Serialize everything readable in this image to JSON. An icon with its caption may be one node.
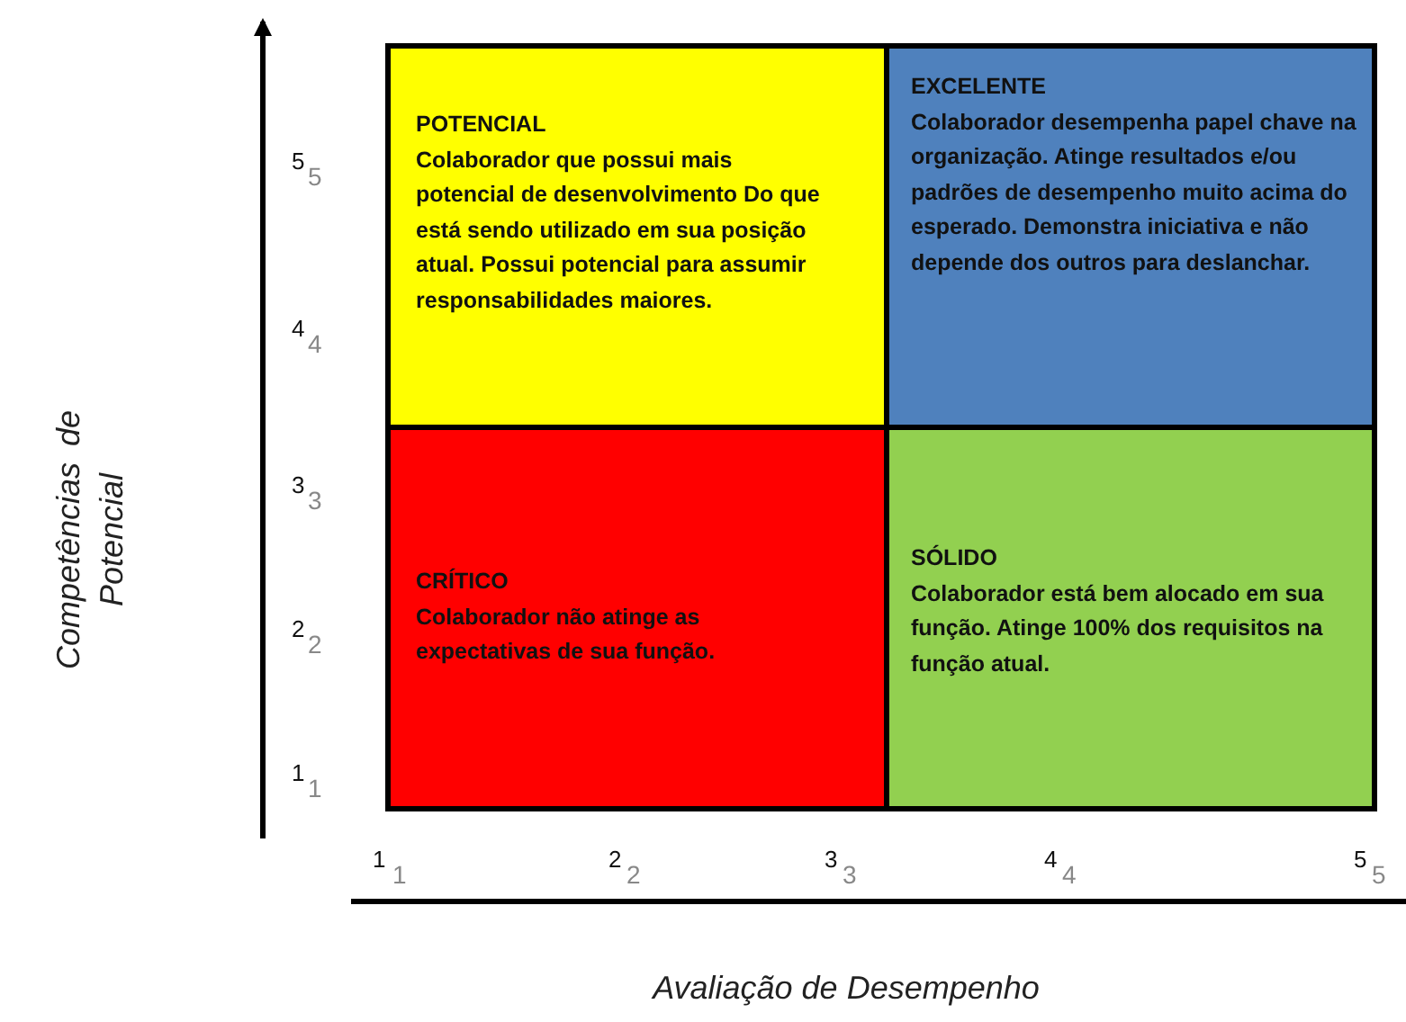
{
  "diagram": {
    "nodes": [
      {
        "text": [
          "POTENCIAL",
          "Colaborador que possui mais potencial de desenvolvimento Do que está sendo utilizado em sua posição atual. Possui potencial para assumir responsabilidades maiores."
        ]
      },
      {
        "text": [
          "EXCELENTE",
          "Colaborador desempenha papel chave na organização. Atinge resultados e/ou padrões de desempenho muito acima do esperado. Demonstra iniciativa e não depende dos outros para deslanchar."
        ]
      },
      {
        "text": [
          "CRÍTICO",
          "Colaborador não atinge as expectativas de sua função."
        ]
      },
      {
        "text": [
          "SÓLIDO",
          "Colaborador está bem alocado em sua função. Atinge 100% dos requisitos na função atual."
        ]
      }
    ],
    "edges": [],
    "labels": [
      "5",
      "5",
      "4",
      "4",
      "3",
      "3",
      "2",
      "2",
      "1",
      "1",
      "Competências de Potencial",
      "1",
      "1",
      "2",
      "2",
      "3",
      "3",
      "4",
      "4",
      "5",
      "5",
      "Avaliação de Desempenho"
    ]
  }
}
